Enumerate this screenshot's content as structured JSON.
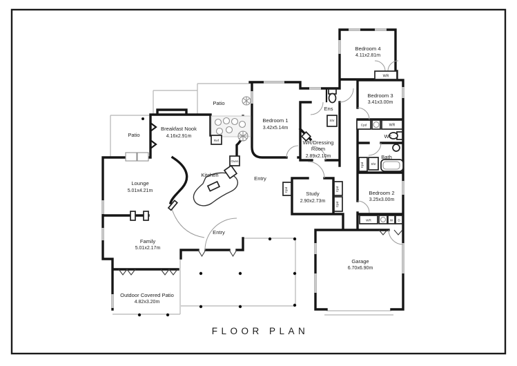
{
  "title": "FLOOR PLAN",
  "rooms": {
    "patio_left": {
      "name": "Patio"
    },
    "patio_top": {
      "name": "Patio"
    },
    "breakfast_nook": {
      "name": "Breakfast Nook",
      "dims": "4.16x2.91m"
    },
    "kitchen": {
      "name": "Kitchen"
    },
    "lounge": {
      "name": "Lounge",
      "dims": "5.01x4.21m"
    },
    "family": {
      "name": "Family",
      "dims": "5.01x2.17m"
    },
    "outdoor_patio": {
      "name": "Outdoor Covered Patio",
      "dims": "4.82x3.20m"
    },
    "entry_upper": {
      "name": "Entry"
    },
    "entry_lower": {
      "name": "Entry"
    },
    "bedroom1": {
      "name": "Bedroom 1",
      "dims": "3.42x5.14m"
    },
    "ens": {
      "name": "Ens"
    },
    "wr_dressing": {
      "name_line1": "WR/Dressing",
      "name_line2": "Room",
      "dims": "2.89x2.10m"
    },
    "study": {
      "name": "Study",
      "dims": "2.90x2.73m"
    },
    "bedroom4": {
      "name": "Bedroom 4",
      "dims": "4.11x2.81m"
    },
    "bedroom3": {
      "name": "Bedroom 3",
      "dims": "3.41x3.00m"
    },
    "bedroom2": {
      "name": "Bedroom 2",
      "dims": "3.25x3.00m"
    },
    "wc": {
      "name": "Wc"
    },
    "bath": {
      "name": "Bath"
    },
    "garage": {
      "name": "Garage",
      "dims": "6.70x6.90m"
    }
  },
  "fixtures": {
    "ref": "Ref",
    "oven": "Oven",
    "shr": "Shr",
    "cpd": "Cpd",
    "wr": "WR",
    "washer": "W",
    "dryer": "D"
  },
  "colors": {
    "wall": "#161616",
    "thin_line": "#b5b5b5",
    "window": "#c9c9c9",
    "text": "#222222",
    "background": "#ffffff"
  }
}
